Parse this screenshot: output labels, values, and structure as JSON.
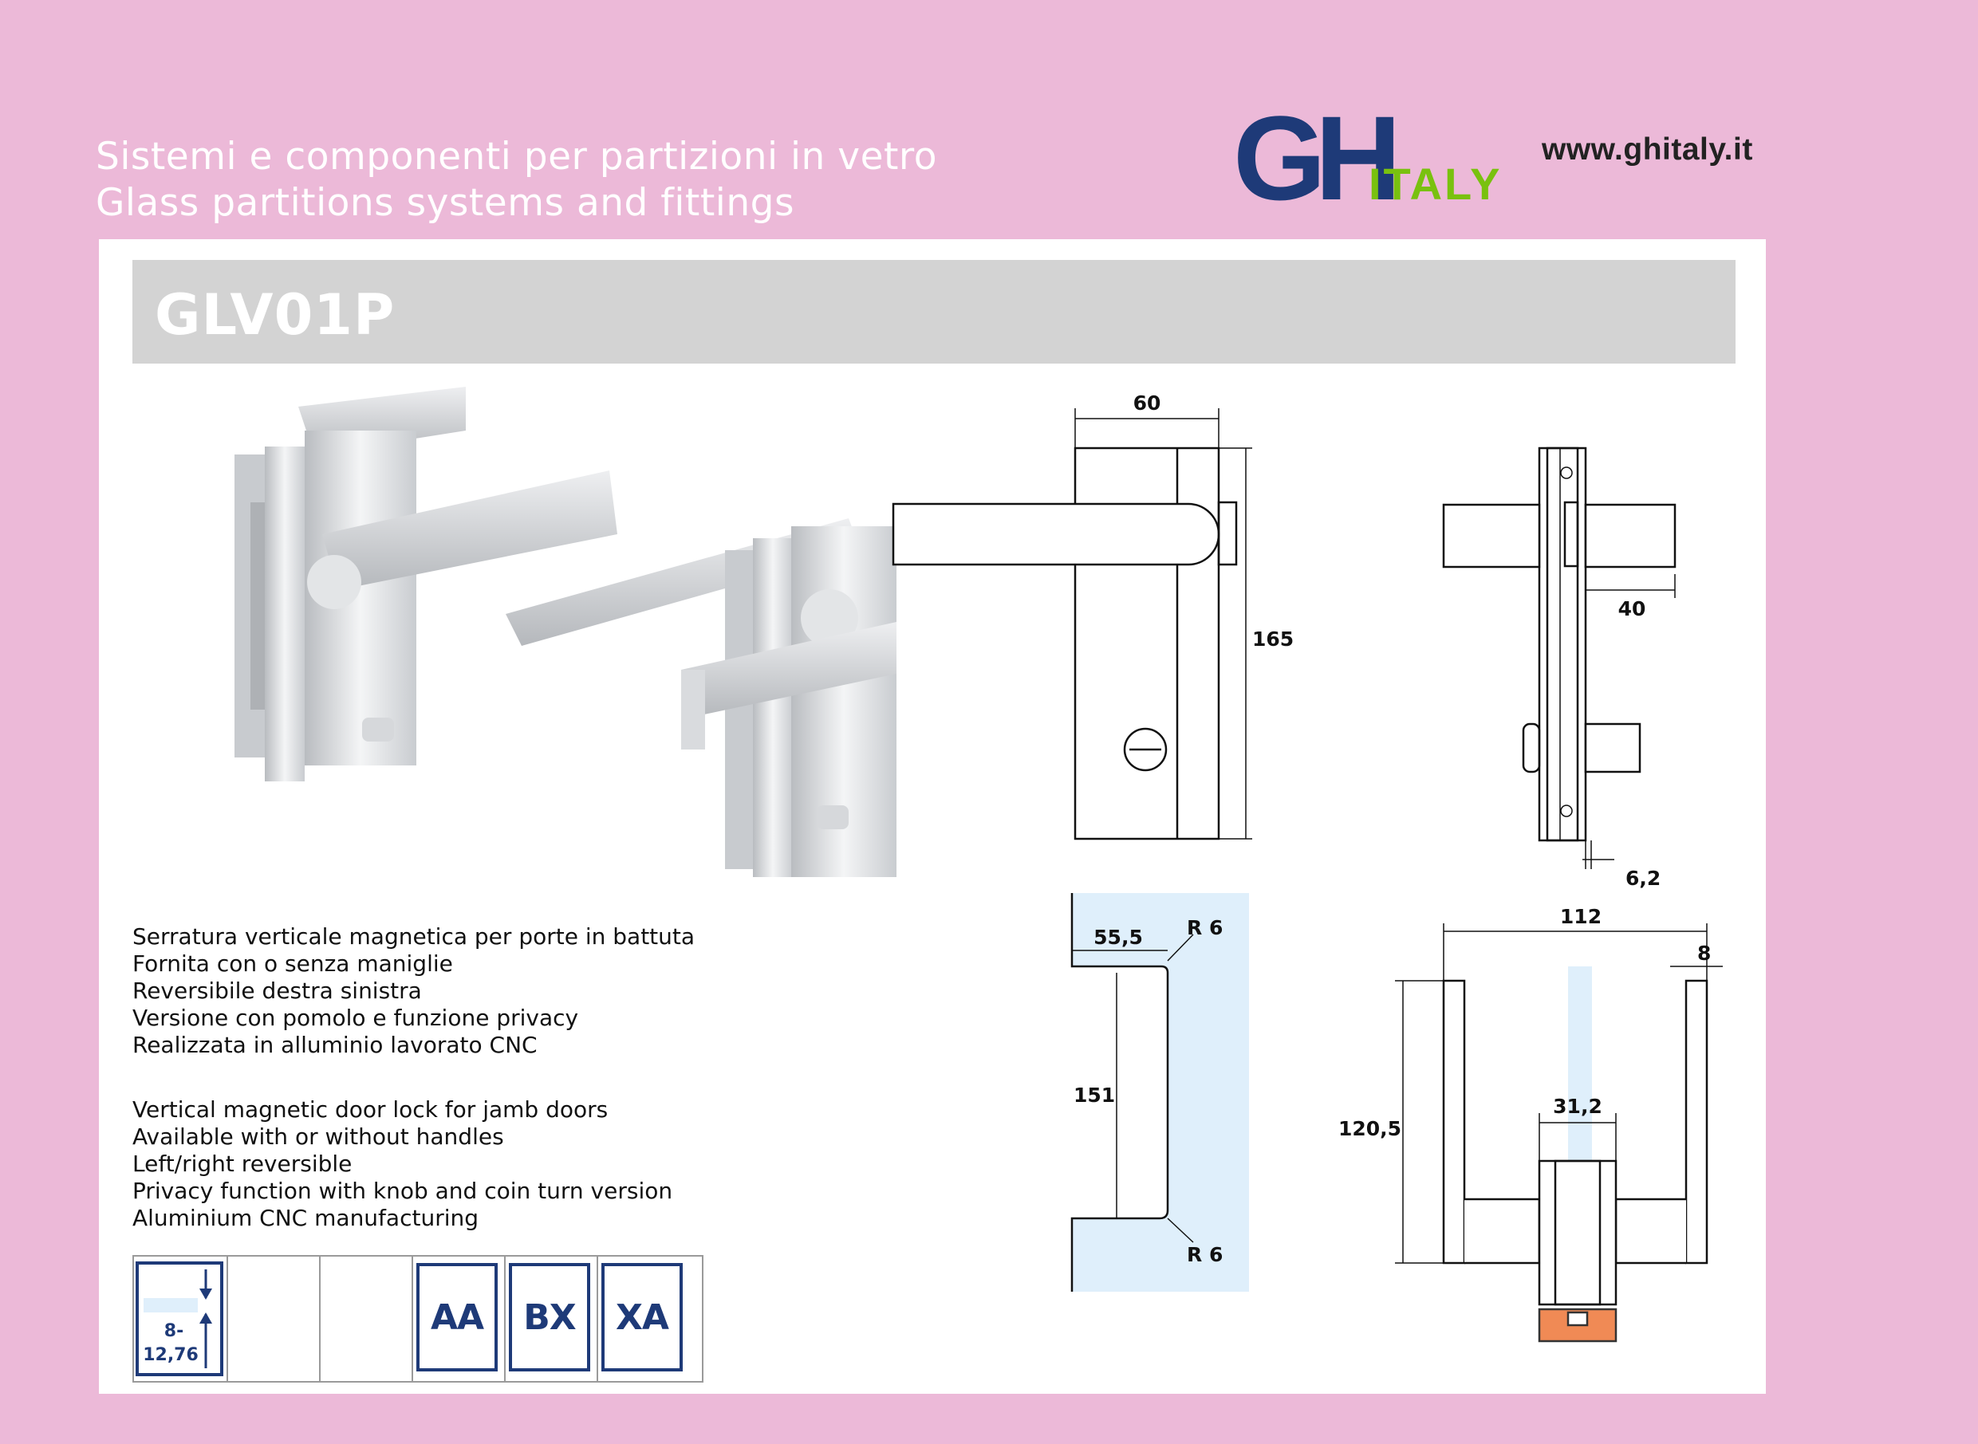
{
  "header": {
    "tagline_it": "Sistemi e componenti per partizioni in vetro",
    "tagline_en": "Glass partitions systems and fittings",
    "logo_main": "GH",
    "logo_sub": "ITALY",
    "website": "www.ghitaly.it"
  },
  "product": {
    "code": "GLV01P"
  },
  "description_it": [
    "Serratura verticale magnetica per porte in battuta",
    "Fornita con o senza maniglie",
    "Reversibile destra sinistra",
    "Versione con pomolo e funzione privacy",
    "Realizzata in alluminio lavorato CNC"
  ],
  "description_en": [
    "Vertical magnetic door lock for jamb doors",
    "Available with or without handles",
    "Left/right reversible",
    "Privacy function with knob and coin turn version",
    "Aluminium CNC manufacturing"
  ],
  "glass_thickness": {
    "line1": "8-",
    "line2": "12,76"
  },
  "finish_codes": [
    "AA",
    "BX",
    "XA"
  ],
  "dimensions": {
    "front_width": "60",
    "front_height": "165",
    "side_depth": "40",
    "side_gap": "6,2",
    "cutout_width": "55,5",
    "cutout_radius_top": "R 6",
    "cutout_height": "151",
    "cutout_radius_bottom": "R 6",
    "top_width": "112",
    "top_handle": "8",
    "top_height": "120,5",
    "top_body": "31,2"
  },
  "colors": {
    "background": "#ecb9d8",
    "logo_blue": "#1e3a78",
    "logo_green": "#79c10f",
    "code_blue": "#1e3a78",
    "glass": "#dfeffb",
    "profile_orange": "#f08a55"
  }
}
